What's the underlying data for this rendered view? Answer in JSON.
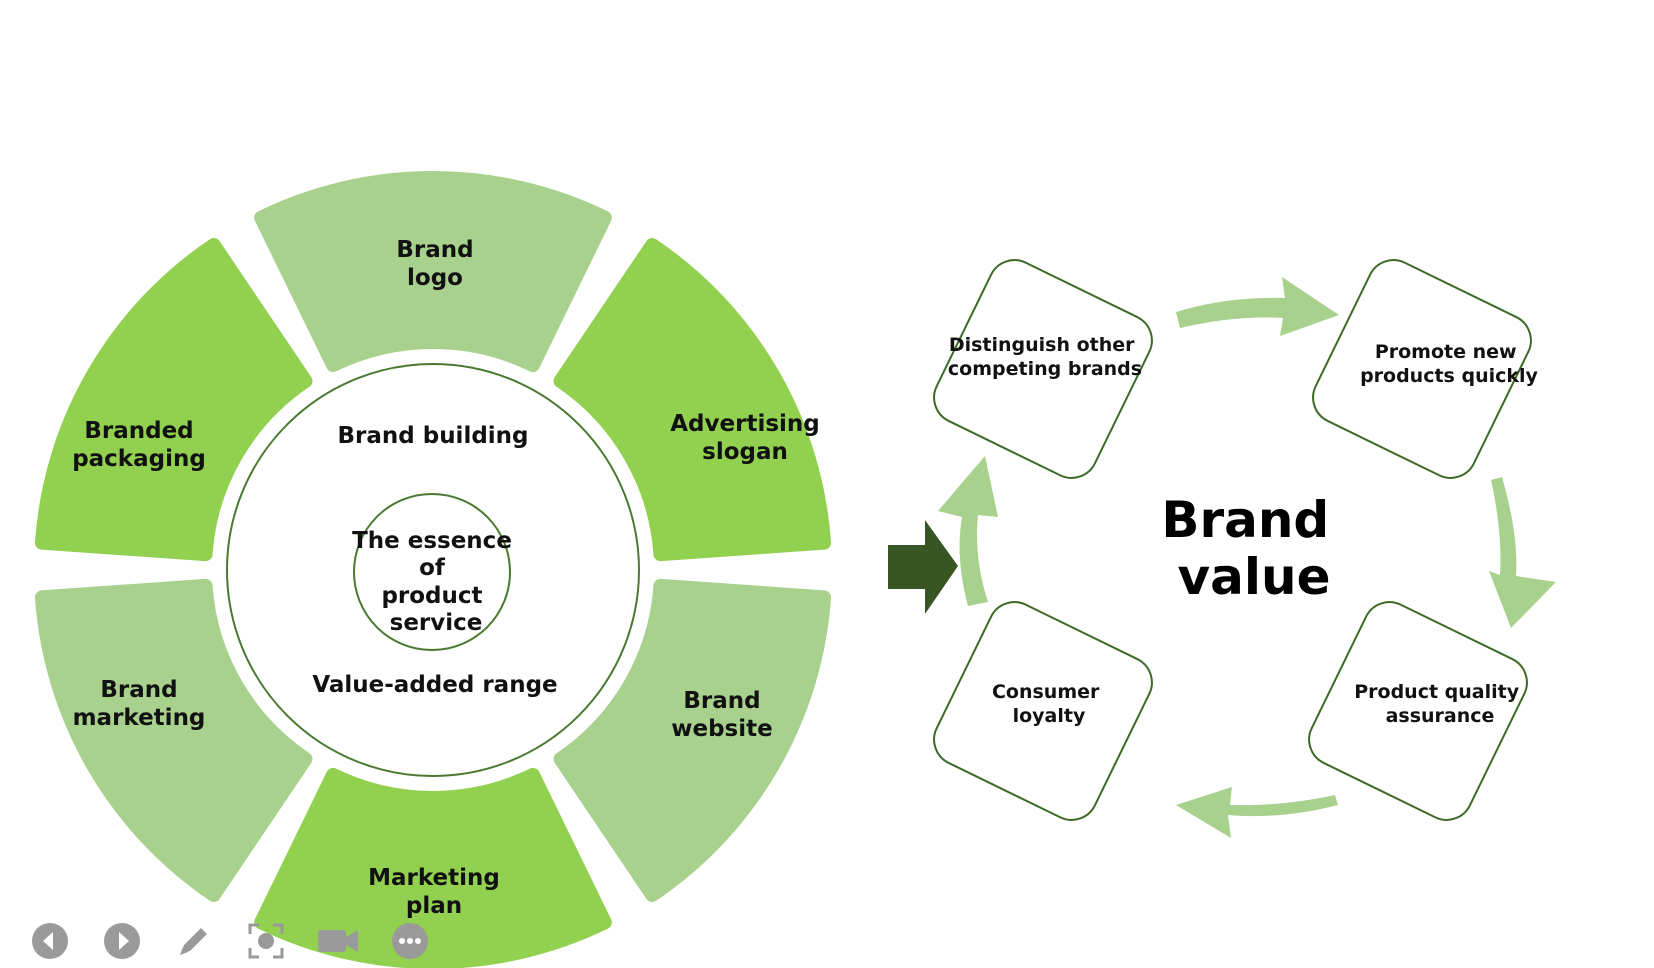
{
  "colors": {
    "green_dark": "#92d050",
    "green_light": "#a9d18e",
    "outline": "#4a7a32",
    "big_arrow": "#375623",
    "cycle_arrow": "#a9d18e",
    "toolbar_icon": "#9a9a9a"
  },
  "segments": [
    {
      "id": "brand-logo",
      "lines": [
        "Brand",
        "logo"
      ],
      "shade": "light"
    },
    {
      "id": "advertising-slogan",
      "lines": [
        "Advertising",
        "slogan"
      ],
      "shade": "dark"
    },
    {
      "id": "brand-website",
      "lines": [
        "Brand",
        "website"
      ],
      "shade": "light"
    },
    {
      "id": "marketing-plan",
      "lines": [
        "Marketing",
        "plan"
      ],
      "shade": "dark"
    },
    {
      "id": "brand-marketing",
      "lines": [
        "Brand",
        "marketing"
      ],
      "shade": "light"
    },
    {
      "id": "branded-packaging",
      "lines": [
        "Branded",
        "packaging"
      ],
      "shade": "dark"
    }
  ],
  "ring": {
    "top_label": "Brand building",
    "bottom_label": "Value-added range"
  },
  "core": {
    "lines": [
      "The essence",
      "of",
      "product",
      "service"
    ]
  },
  "cycle": {
    "center_lines": [
      "Brand",
      "value"
    ],
    "nodes": [
      {
        "id": "distinguish",
        "lines": [
          "Distinguish other",
          "competing brands"
        ]
      },
      {
        "id": "promote",
        "lines": [
          "Promote new",
          "products quickly"
        ]
      },
      {
        "id": "quality",
        "lines": [
          "Product quality",
          "assurance"
        ]
      },
      {
        "id": "loyalty",
        "lines": [
          "Consumer",
          "loyalty"
        ]
      }
    ]
  },
  "toolbar": {
    "buttons": [
      {
        "id": "prev",
        "icon": "prev-icon"
      },
      {
        "id": "next",
        "icon": "next-icon"
      },
      {
        "id": "pen",
        "icon": "pen-icon"
      },
      {
        "id": "focus",
        "icon": "focus-icon"
      },
      {
        "id": "camera",
        "icon": "camera-icon"
      },
      {
        "id": "more",
        "icon": "more-icon"
      }
    ]
  }
}
